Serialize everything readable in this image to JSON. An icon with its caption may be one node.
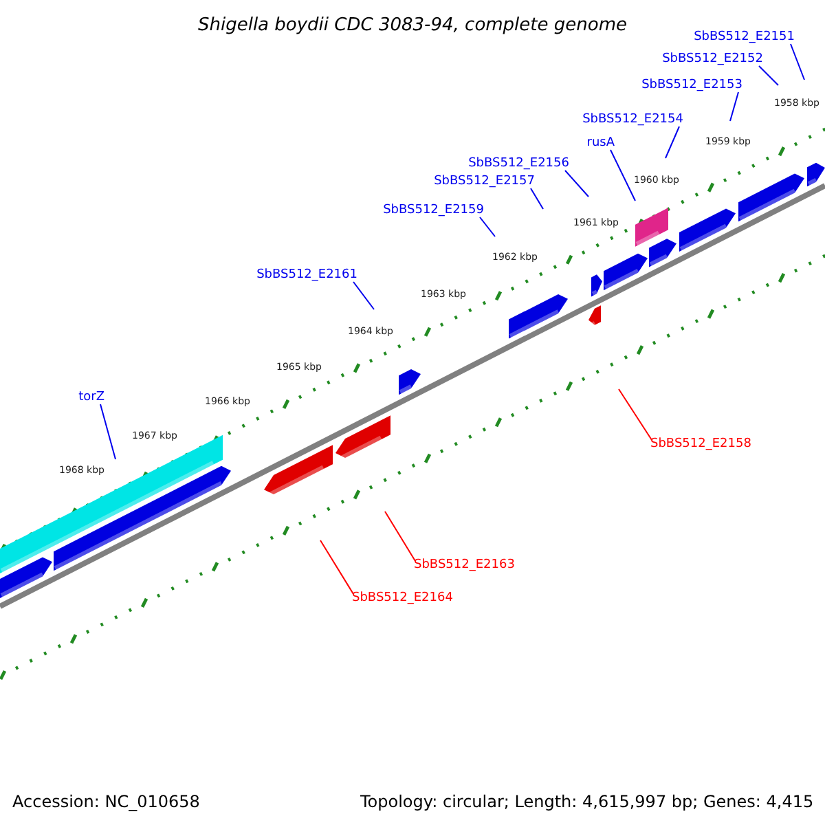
{
  "diagram": {
    "title": "Shigella boydii CDC 3083-94, complete genome",
    "nodes": [
      {
        "text": [
          "SbBS512_E2151"
        ]
      },
      {
        "text": [
          "SbBS512_E2152"
        ]
      },
      {
        "text": [
          "SbBS512_E2153"
        ]
      },
      {
        "text": [
          "SbBS512_E2154"
        ]
      },
      {
        "text": [
          "rusA"
        ]
      },
      {
        "text": [
          "SbBS512_E2156"
        ]
      },
      {
        "text": [
          "SbBS512_E2157"
        ]
      },
      {
        "text": [
          "SbBS512_E2159"
        ]
      },
      {
        "text": [
          "SbBS512_E2161"
        ]
      },
      {
        "text": [
          "torZ"
        ]
      },
      {
        "text": [
          "SbBS512_E2158"
        ]
      },
      {
        "text": [
          "SbBS512_E2163"
        ]
      },
      {
        "text": [
          "SbBS512_E2164"
        ]
      }
    ],
    "edges": [
      {
        "from": 0,
        "to": null,
        "arrow": "none"
      },
      {
        "from": 1,
        "to": null,
        "arrow": "none"
      },
      {
        "from": 2,
        "to": null,
        "arrow": "none"
      },
      {
        "from": 3,
        "to": null,
        "arrow": "none"
      },
      {
        "from": 4,
        "to": null,
        "arrow": "none"
      },
      {
        "from": 5,
        "to": null,
        "arrow": "none"
      },
      {
        "from": 6,
        "to": null,
        "arrow": "none"
      },
      {
        "from": 7,
        "to": null,
        "arrow": "none"
      },
      {
        "from": 8,
        "to": null,
        "arrow": "none"
      },
      {
        "from": 9,
        "to": null,
        "arrow": "none"
      },
      {
        "from": 10,
        "to": null,
        "arrow": "none",
        "color": "#ff0000"
      },
      {
        "from": 11,
        "to": null,
        "arrow": "none",
        "color": "#ff0000"
      },
      {
        "from": 12,
        "to": null,
        "arrow": "none",
        "color": "#ff0000"
      }
    ],
    "labels": [
      "1958 kbp",
      "1959 kbp",
      "1960 kbp",
      "1961 kbp",
      "1962 kbp",
      "1963 kbp",
      "1964 kbp",
      "1965 kbp",
      "1966 kbp",
      "1967 kbp",
      "1968 kbp",
      "Accession: NC_010658",
      "Topology: circular; Length: 4,615,997 bp; Genes: 4,415"
    ]
  }
}
